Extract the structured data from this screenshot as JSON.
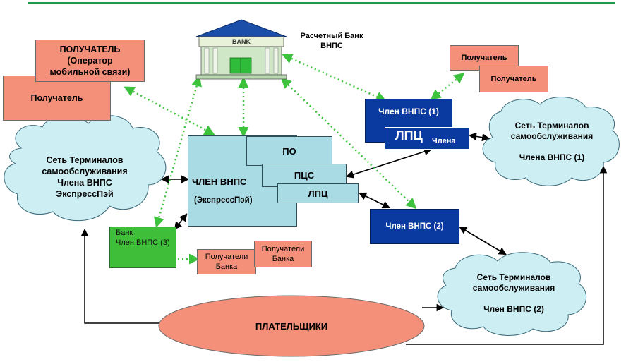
{
  "nodes": {
    "settlement_bank_label": "Расчетный Банк\nВНПС",
    "bank_sign": "BANK",
    "recipient_operator": "ПОЛУЧАТЕЛЬ\n(Оператор\nмобильной связи)",
    "recipient_left": "Получатель",
    "recipient_right_1": "Получатель",
    "recipient_right_2": "Получатель",
    "member1_title": "Член ВНПС (1)",
    "member1_lpc": "ЛПЦ",
    "member1_lpc_sub": "Члена",
    "member2_title": "Член ВНПС (2)",
    "main_member_title": "ЧЛЕН ВНПС",
    "main_member_sub": "(ЭкспрессПэй)",
    "po": "ПО",
    "pcs": "ПЦС",
    "lpc": "ЛПЦ",
    "bank3_label": "Банк\nЧлен ВНПС (3)",
    "bank_recipients_1": "Получатели\nБанка",
    "bank_recipients_2": "Получатели\nБанка",
    "payers": "ПЛАТЕЛЬЩИКИ"
  },
  "clouds": {
    "left": "Сеть Терминалов\nсамообслуживания\nЧлена ВНПС\nЭкспрессПэй",
    "right_top": "Сеть Терминалов\nсамообслуживания\n\nЧлена ВНПС (1)",
    "bottom_right": "Сеть Терминалов\nсамообслуживания\n\nЧлен ВНПС (2)"
  },
  "colors": {
    "top_rule": "#1a9a4a",
    "salmon": "#f4907a",
    "navy": "#0a3aa0",
    "light_blue": "#a9dbe4",
    "green": "#3fbe3a",
    "dotted_link": "#3cc23c",
    "cloud_fill": "#cdeef3"
  }
}
